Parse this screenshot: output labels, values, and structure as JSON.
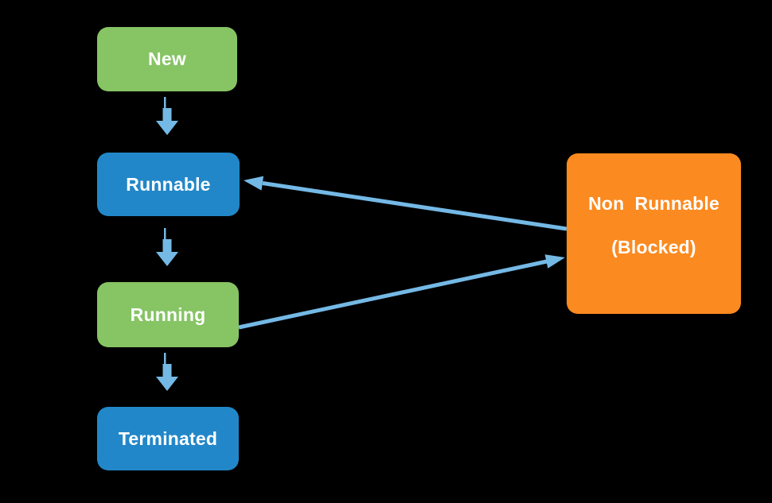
{
  "colors": {
    "background": "#000000",
    "green": "#86C464",
    "blue": "#2287C8",
    "orange": "#FB8A20",
    "arrow": "#74B9E6",
    "text": "#FFFFFF"
  },
  "nodes": {
    "new": {
      "label": "New",
      "color": "#86C464"
    },
    "runnable": {
      "label": "Runnable",
      "color": "#2287C8"
    },
    "running": {
      "label": "Running",
      "color": "#86C464"
    },
    "terminated": {
      "label": "Terminated",
      "color": "#2287C8"
    },
    "non_runnable": {
      "line1": "Non  Runnable",
      "line2": "(Blocked)",
      "color": "#FB8A20"
    }
  },
  "edges": [
    {
      "from": "New",
      "to": "Runnable"
    },
    {
      "from": "Runnable",
      "to": "Running"
    },
    {
      "from": "Running",
      "to": "Terminated"
    },
    {
      "from": "Non Runnable (Blocked)",
      "to": "Runnable"
    },
    {
      "from": "Running",
      "to": "Non Runnable (Blocked)"
    }
  ]
}
